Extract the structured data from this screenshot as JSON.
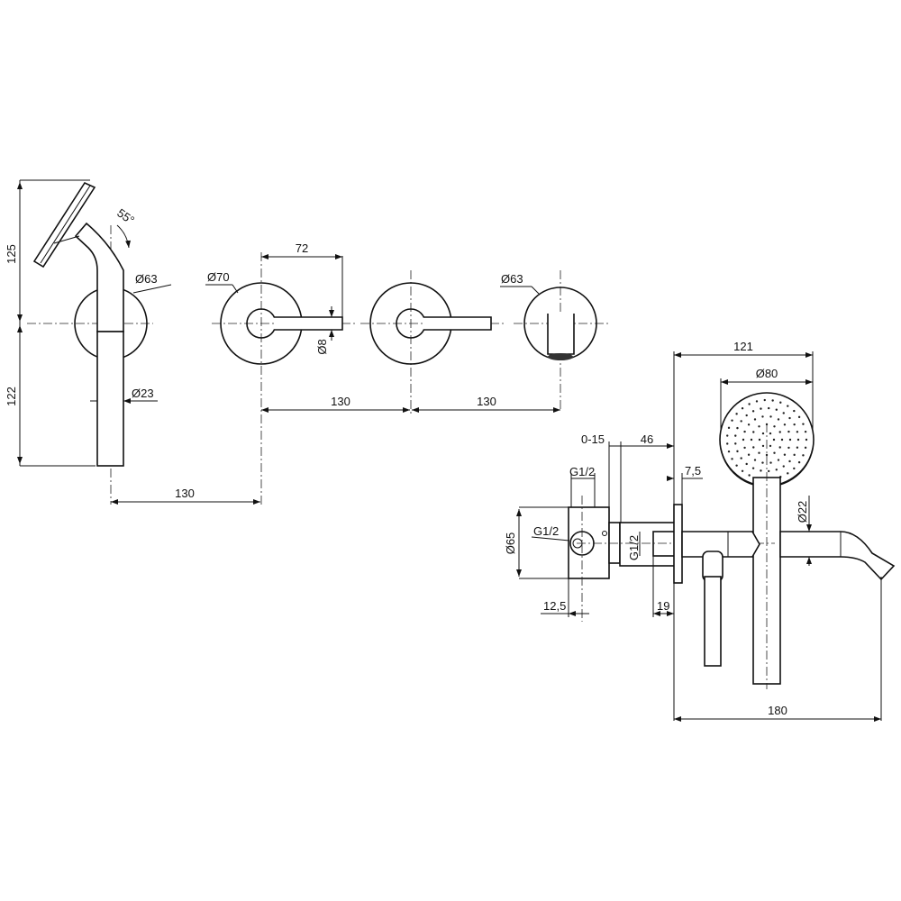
{
  "drawing": {
    "handshower_view": {
      "height_upper": "125",
      "height_lower": "122",
      "plate_diameter": "Ø63",
      "handle_diameter": "Ø23",
      "angle": "55°",
      "spacing": "130"
    },
    "mixer_view": {
      "plate_diameter": "Ø70",
      "lever_length": "72",
      "lever_diameter": "Ø8",
      "spacing_1": "130",
      "spacing_2": "130"
    },
    "spout_view": {
      "plate_diameter": "Ø63"
    },
    "side_view": {
      "overall_depth_head": "121",
      "head_diameter": "Ø80",
      "adjust_range": "0-15",
      "body_to_wall": "46",
      "plate_thickness": "7,5",
      "inlet_top": "G1/2",
      "inlet_side": "G1/2",
      "outlet_thread": "G1/2",
      "body_diameter": "Ø65",
      "inlet_offset": "12,5",
      "thread_depth": "19",
      "spout_diameter": "Ø22",
      "spout_projection": "180"
    }
  }
}
